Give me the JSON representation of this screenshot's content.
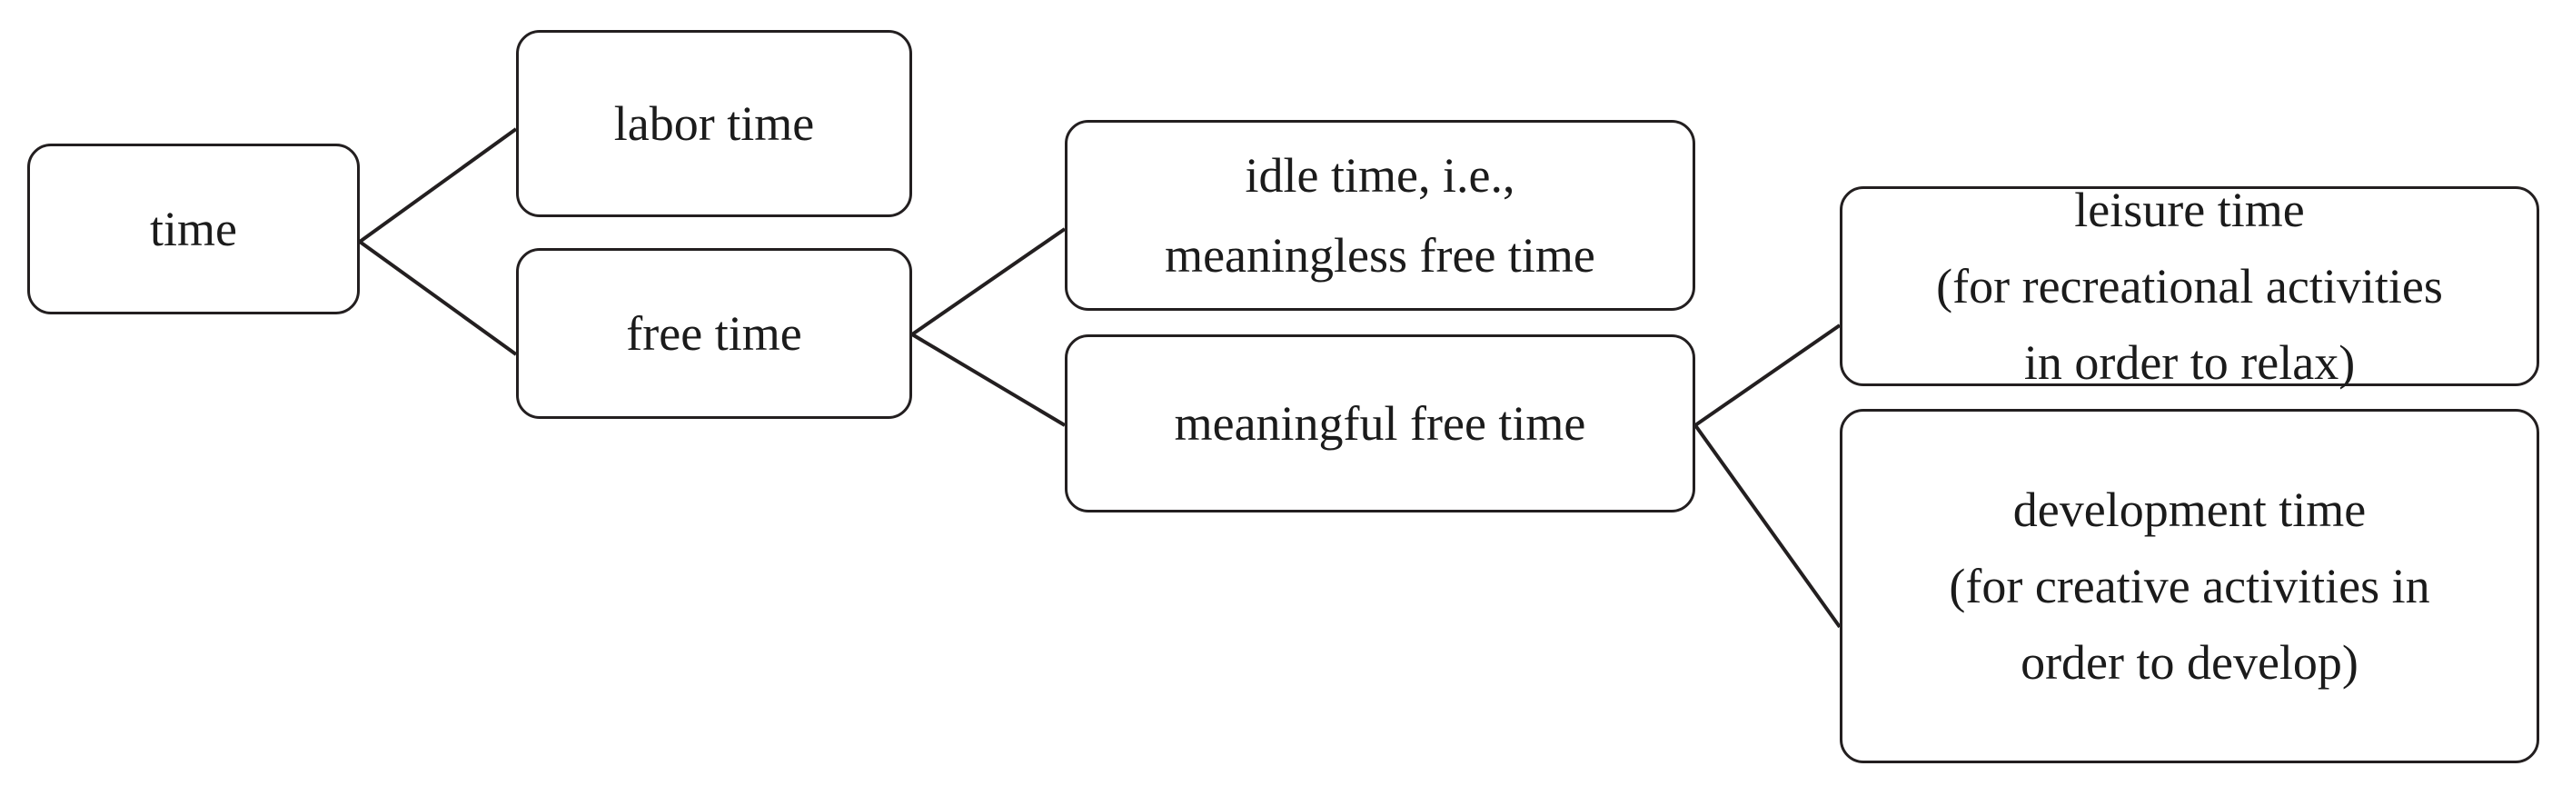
{
  "diagram": {
    "title": "time classification tree",
    "line_color": "#231f20",
    "box_fill": "#ffffff",
    "text_color": "#1b1b1b",
    "nodes": {
      "time": {
        "lines": [
          "time"
        ]
      },
      "labor_time": {
        "lines": [
          "labor time"
        ]
      },
      "free_time": {
        "lines": [
          "free time"
        ]
      },
      "idle_time": {
        "lines": [
          "idle time, i.e.,",
          "meaningless free time"
        ]
      },
      "meaningful_free_time": {
        "lines": [
          "meaningful free time"
        ]
      },
      "leisure_time": {
        "lines": [
          "leisure time",
          "(for recreational activities",
          "in order to relax)"
        ]
      },
      "development_time": {
        "lines": [
          "development time",
          "(for creative activities in",
          "order to develop)"
        ]
      }
    },
    "edges": [
      {
        "from": "time",
        "to": "labor_time"
      },
      {
        "from": "time",
        "to": "free_time"
      },
      {
        "from": "free_time",
        "to": "idle_time"
      },
      {
        "from": "free_time",
        "to": "meaningful_free_time"
      },
      {
        "from": "meaningful_free_time",
        "to": "leisure_time"
      },
      {
        "from": "meaningful_free_time",
        "to": "development_time"
      }
    ]
  }
}
